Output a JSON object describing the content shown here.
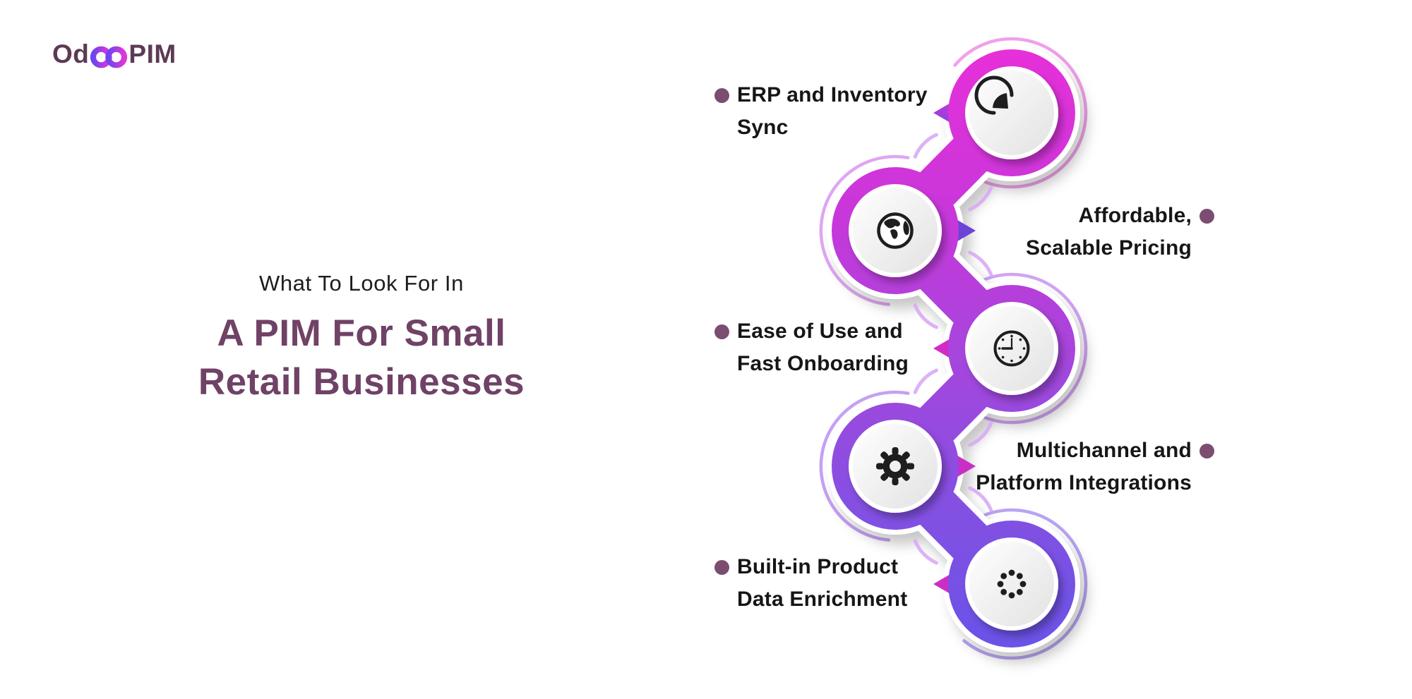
{
  "brand": {
    "logo_prefix": "Od",
    "logo_suffix": "PIM",
    "infinity_icon": "infinity-icon"
  },
  "title": {
    "eyebrow": "What To Look For In",
    "heading_line1": "A PIM For Small",
    "heading_line2": "Retail Businesses"
  },
  "features": [
    {
      "side": "left",
      "icon": "pie-chart-icon",
      "label_line1": "ERP and Inventory",
      "label_line2": "Sync"
    },
    {
      "side": "right",
      "icon": "globe-icon",
      "label_line1": "Affordable,",
      "label_line2": "Scalable Pricing"
    },
    {
      "side": "left",
      "icon": "clock-icon",
      "label_line1": "Ease of Use and",
      "label_line2": "Fast Onboarding"
    },
    {
      "side": "right",
      "icon": "gear-icon",
      "label_line1": "Multichannel and",
      "label_line2": "Platform Integrations"
    },
    {
      "side": "left",
      "icon": "dots-circle-icon",
      "label_line1": "Built-in Product",
      "label_line2": "Data Enrichment"
    }
  ],
  "colors": {
    "chain_gradient_top": "#e92fd9",
    "chain_gradient_mid": "#a845dc",
    "chain_gradient_bottom": "#6853e8",
    "heading_accent": "#6f4266",
    "bullet": "#7b4d70",
    "logo_text": "#5c3a54",
    "logo_gradient_start": "#6a46f0",
    "logo_gradient_end": "#e135d8",
    "label_text": "#161616",
    "icon_ink": "#1e1e1e"
  }
}
